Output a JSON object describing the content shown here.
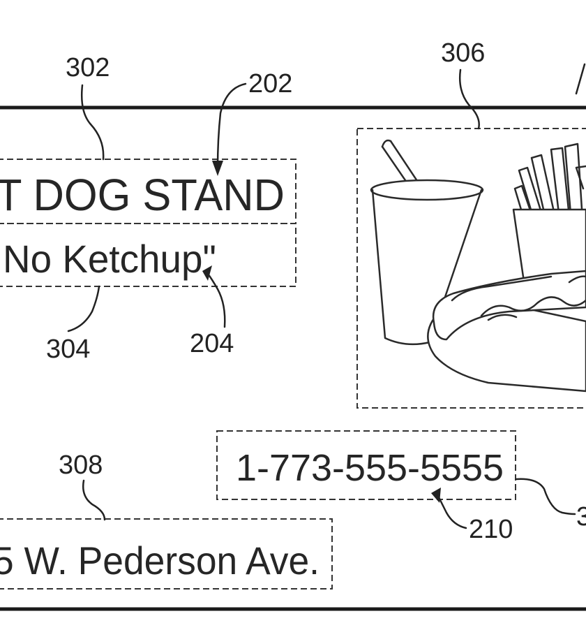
{
  "sign": {
    "title": "T DOG STAND",
    "slogan": "No Ketchup\"",
    "phone": "1-773-555-5555",
    "address": "5 W. Pederson Ave."
  },
  "refs": {
    "r302": "302",
    "r202": "202",
    "r306": "306",
    "r304": "304",
    "r204": "204",
    "r308": "308",
    "r210": "210",
    "r_edge": "3"
  },
  "image_region": {
    "icons": [
      "drink-cup-icon",
      "french-fries-icon",
      "hot-dog-icon"
    ]
  }
}
